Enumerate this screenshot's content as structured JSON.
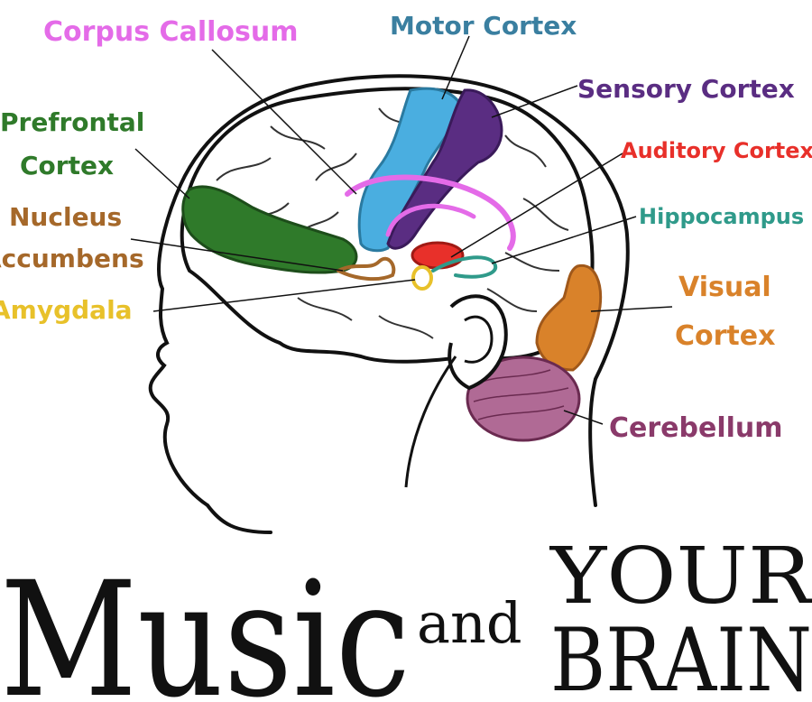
{
  "colors": {
    "corpus_callosum": "#e46be8",
    "motor_cortex": "#3a7fa0",
    "sensory_cortex": "#5a2d82",
    "prefrontal_cortex": "#2f7a2a",
    "nucleus_accumbens": "#a5682a",
    "amygdala": "#e8c12a",
    "auditory_cortex": "#e8302a",
    "hippocampus": "#2f9a8a",
    "visual_cortex": "#d9822a",
    "cerebellum": "#8a3a6a"
  },
  "labels": {
    "corpus_callosum": "Corpus Callosum",
    "motor_cortex": "Motor Cortex",
    "sensory_cortex": "Sensory Cortex",
    "prefrontal_line1": "Prefrontal",
    "prefrontal_line2": "Cortex",
    "nucleus_line1": "Nucleus",
    "nucleus_line2": "Accumbens",
    "amygdala": "Amygdala",
    "auditory_cortex": "Auditory Cortex",
    "hippocampus": "Hippocampus",
    "visual_line1": "Visual",
    "visual_line2": "Cortex",
    "cerebellum": "Cerebellum"
  },
  "title": {
    "music": "Music",
    "and": "and",
    "your": "YOUR",
    "brain": "BRAIN"
  }
}
